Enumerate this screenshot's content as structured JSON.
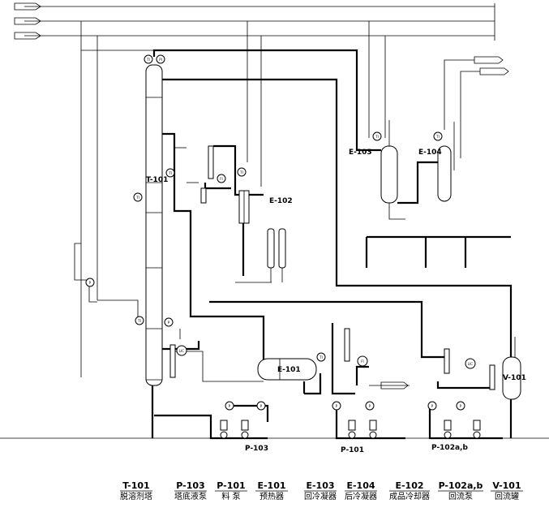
{
  "equipment_tags": {
    "t101": "T-101",
    "e102": "E-102",
    "e103": "E-103",
    "e104": "E-104",
    "e101": "E-101",
    "v101": "V-101",
    "p103": "P-103",
    "p101": "P-101",
    "p102ab": "P-102a,b"
  },
  "instruments": {
    "ti": "TI",
    "pi": "PI",
    "fi": "FI",
    "p": "P",
    "lic": "LIC",
    "ti2": "TI",
    "fi2": "FI"
  },
  "legend": [
    {
      "tag": "T-101",
      "name": "脱溶剂塔"
    },
    {
      "tag": "P-103",
      "name": "塔底液泵"
    },
    {
      "tag": "P-101",
      "name": "料 泵"
    },
    {
      "tag": "E-101",
      "name": "预热器"
    },
    {
      "tag": "E-103",
      "name": "回冷凝器"
    },
    {
      "tag": "E-104",
      "name": "后冷凝器"
    },
    {
      "tag": "E-102",
      "name": "成品冷却器"
    },
    {
      "tag": "P-102a,b",
      "name": "回流泵"
    },
    {
      "tag": "V-101",
      "name": "回流罐"
    }
  ]
}
